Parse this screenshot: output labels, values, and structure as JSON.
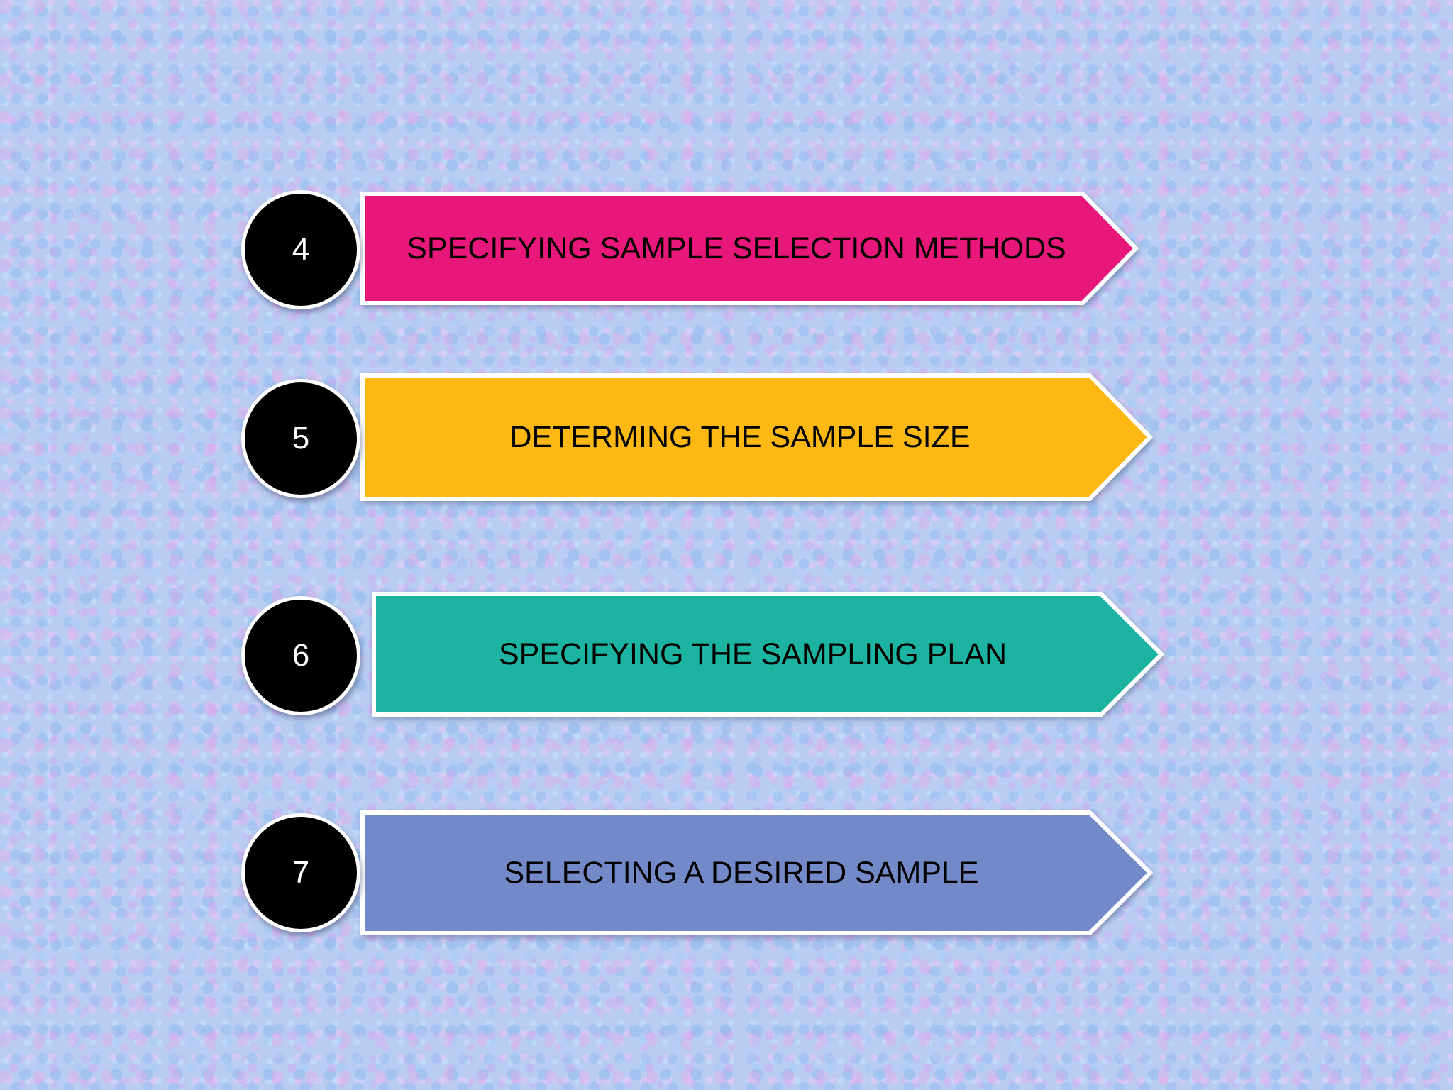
{
  "steps": [
    {
      "number": "4",
      "label": "SPECIFYING SAMPLE SELECTION METHODS",
      "color": "#e8187a"
    },
    {
      "number": "5",
      "label": "DETERMING THE SAMPLE SIZE",
      "color": "#fdb813"
    },
    {
      "number": "6",
      "label": "SPECIFYING THE SAMPLING PLAN",
      "color": "#1cb3a0"
    },
    {
      "number": "7",
      "label": "SELECTING A DESIRED SAMPLE",
      "color": "#7489c8"
    }
  ]
}
